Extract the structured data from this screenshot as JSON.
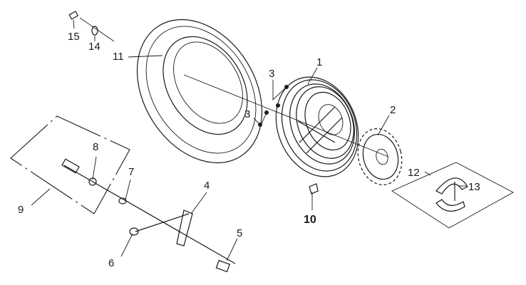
{
  "callouts": {
    "c1": "1",
    "c2": "2",
    "c3a": "3",
    "c3b": "3",
    "c4": "4",
    "c5": "5",
    "c6": "6",
    "c7": "7",
    "c8": "8",
    "c9": "9",
    "c10": "10",
    "c11": "11",
    "c12": "12",
    "c13": "13",
    "c14": "14",
    "c15": "15"
  },
  "colors": {
    "ink": "#1a1a1a",
    "background": "#ffffff"
  }
}
